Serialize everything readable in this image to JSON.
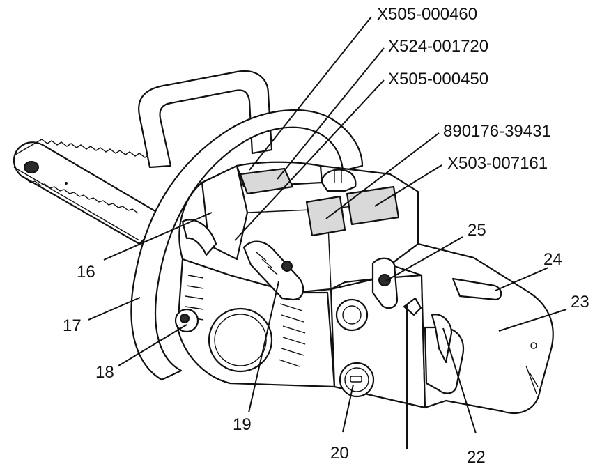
{
  "labels": {
    "p_x505_000460": "X505-000460",
    "p_x524_001720": "X524-001720",
    "p_x505_000450": "X505-000450",
    "p_890176_39431": "890176-39431",
    "p_x503_007161": "X503-007161",
    "n16": "16",
    "n17": "17",
    "n18": "18",
    "n19": "19",
    "n20": "20",
    "n22": "22",
    "n23": "23",
    "n24": "24",
    "n25": "25"
  }
}
